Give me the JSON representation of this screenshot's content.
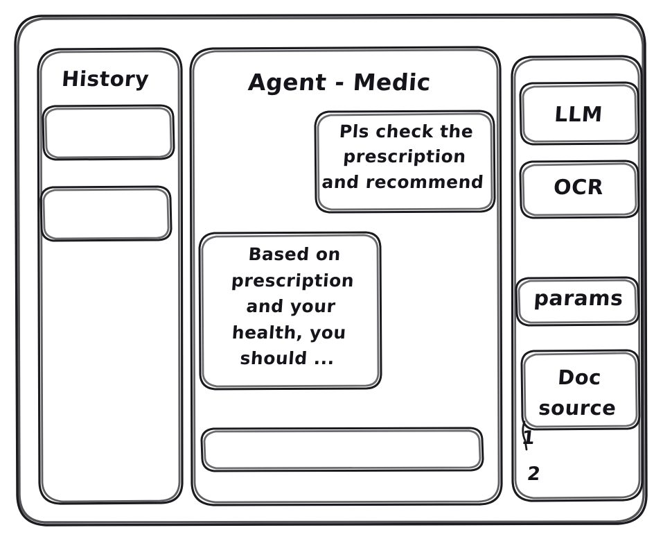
{
  "app": {
    "style": "hand-drawn wireframe",
    "background_color": "#ffffff",
    "stroke_color": "#1b1b1f"
  },
  "history_panel": {
    "title": "History",
    "items": [
      {
        "label": "",
        "name": "history-item-1"
      },
      {
        "label": "",
        "name": "history-item-2"
      }
    ]
  },
  "main_panel": {
    "title": "Agent - Medic",
    "messages": [
      {
        "role": "user",
        "align": "right",
        "text": "Pls check the\nprescription\nand recommend"
      },
      {
        "role": "assistant",
        "align": "left",
        "text": "Based on\nprescription\nand your\nhealth, you\nshould ..."
      }
    ],
    "composer": {
      "value": "",
      "placeholder": ""
    }
  },
  "tools_panel": {
    "buttons": [
      {
        "label": "LLM",
        "name": "llm-button"
      },
      {
        "label": "OCR",
        "name": "ocr-button"
      },
      {
        "label": "params",
        "name": "params-button"
      },
      {
        "label": "Doc\nsource",
        "name": "doc-source-button"
      }
    ],
    "doc_list": [
      {
        "label": "1"
      },
      {
        "label": "2"
      }
    ]
  }
}
